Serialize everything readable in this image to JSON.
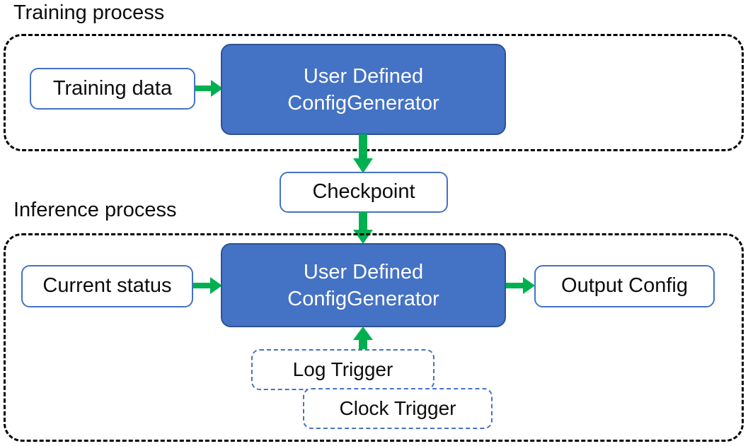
{
  "diagram": {
    "title_training": "Training process",
    "title_inference": "Inference process",
    "accent_blue": "#4472C4",
    "accent_blue_border": "#2E5395",
    "accent_green": "#00B050",
    "container_border": "#000000",
    "text_dark": "#0D0D0D",
    "text_light": "#FFFFFF"
  },
  "training": {
    "container_label": "Training process",
    "input_box": "Training data",
    "process_box_line1": "User Defined",
    "process_box_line2": "ConfigGenerator"
  },
  "checkpoint": {
    "label": "Checkpoint"
  },
  "inference": {
    "container_label": "Inference process",
    "input_box": "Current status",
    "process_box_line1": "User Defined",
    "process_box_line2": "ConfigGenerator",
    "output_box": "Output Config",
    "triggers": [
      {
        "label": "Log Trigger"
      },
      {
        "label": "Clock Trigger"
      }
    ]
  },
  "arrows": [
    {
      "name": "training-data-to-generator",
      "direction": "right"
    },
    {
      "name": "generator-to-checkpoint",
      "direction": "down"
    },
    {
      "name": "checkpoint-to-generator",
      "direction": "down"
    },
    {
      "name": "current-status-to-generator",
      "direction": "right"
    },
    {
      "name": "generator-to-output-config",
      "direction": "right"
    },
    {
      "name": "log-trigger-to-generator",
      "direction": "up"
    }
  ]
}
